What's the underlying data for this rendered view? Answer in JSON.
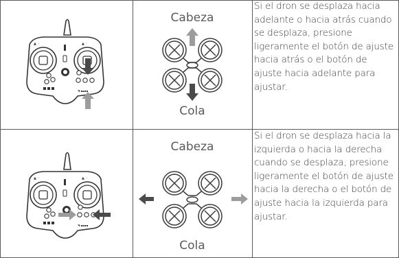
{
  "rows": [
    {
      "head_label": "Cabeza",
      "tail_label": "Cola",
      "description": "Si el dron se desplaza hacia adelante o hacia atrás cuando se desplaza, presione ligeramente el botón de ajuste hacia atrás o el botón de ajuste hacia adelante para ajustar."
    },
    {
      "head_label": "Cabeza",
      "tail_label": "Cola",
      "description": "Si el dron se desplaza hacia la izquierda o hacia la derecha cuando se desplaza, presione ligeramente el botón de ajuste hacia la derecha o el botón de ajuste hacia la izquierda para ajustar."
    }
  ],
  "colors": {
    "border": "#5a5a5a",
    "arrow_dark": "#4a4a4a",
    "arrow_light": "#9c9c9c"
  }
}
